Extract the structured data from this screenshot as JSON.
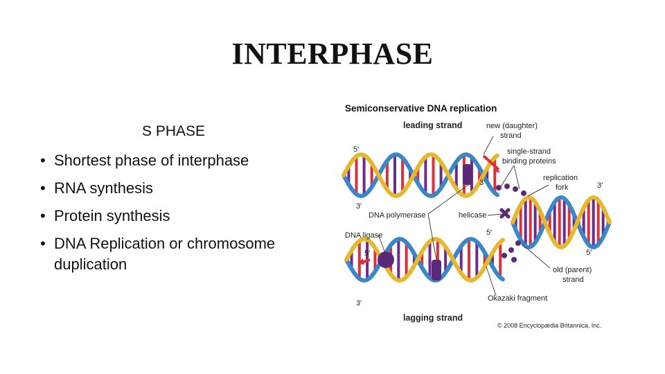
{
  "slide": {
    "title": "INTERPHASE",
    "subheading": "S PHASE",
    "bullet_glyph": "•",
    "bullets": [
      "Shortest phase of interphase",
      "RNA synthesis",
      "Protein synthesis",
      "DNA Replication or chromosome duplication"
    ]
  },
  "figure": {
    "title": "Semiconservative DNA replication",
    "labels": {
      "leading_strand": "leading strand",
      "new_daughter_strand_1": "new (daughter)",
      "new_daughter_strand_2": "strand",
      "single_strand_1": "single-strand",
      "single_strand_2": "binding proteins",
      "replication_fork_1": "replication",
      "replication_fork_2": "fork",
      "dna_polymerase": "DNA polymerase",
      "helicase": "helicase",
      "dna_ligase": "DNA ligase",
      "old_parent_strand_1": "old (parent)",
      "old_parent_strand_2": "strand",
      "okazaki_fragment": "Okazaki fragment",
      "lagging_strand": "lagging strand",
      "five_prime": "5′",
      "three_prime": "3′",
      "copyright": "© 2008 Encyclopædia Britannica, Inc."
    },
    "colors": {
      "backbone_blue": "#3b86c8",
      "backbone_gold": "#e6b830",
      "base_red": "#d8323c",
      "base_green": "#3aa54a",
      "base_purple": "#6a2c8e",
      "protein_purple": "#5a2a78",
      "arrow_red": "#d8323c"
    }
  }
}
